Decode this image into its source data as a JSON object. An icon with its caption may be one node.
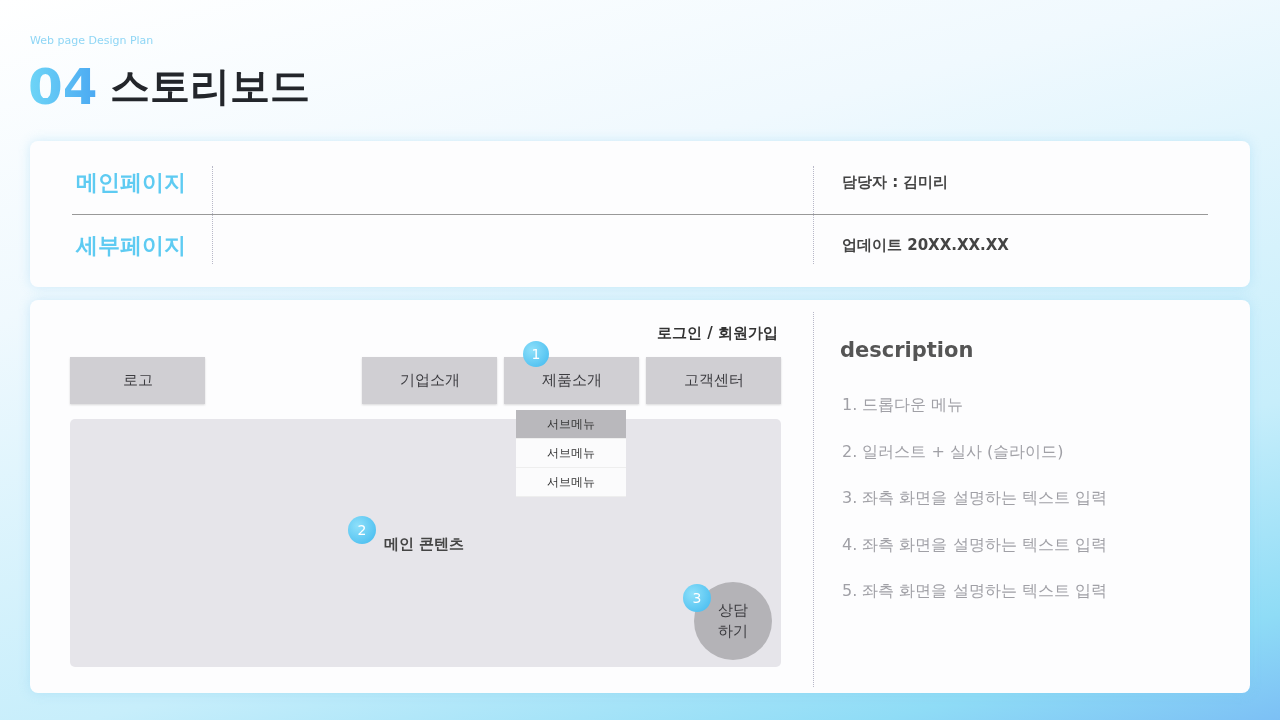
{
  "diagram": {
    "title": "스토리보드",
    "nodes": [
      {
        "text": [
          "로고"
        ]
      },
      {
        "text": [
          "기업소개"
        ]
      },
      {
        "text": [
          "제품소개"
        ]
      },
      {
        "text": [
          "고객센터"
        ]
      },
      {
        "text": [
          "메인 콘텐츠"
        ]
      },
      {
        "text": [
          "서브메뉴"
        ]
      },
      {
        "text": [
          "서브메뉴"
        ],
        "in": 4
      },
      {
        "text": [
          "서브메뉴"
        ],
        "in": 4
      },
      {
        "text": [
          "상담하기"
        ],
        "in": 4
      },
      {
        "text": [
          "1"
        ]
      },
      {
        "text": [
          "2"
        ],
        "in": 4
      },
      {
        "text": [
          "3"
        ],
        "in": 4
      }
    ],
    "edges": [],
    "labels": [
      "Web page Design Plan",
      "04",
      "메인페이지",
      "담당자 : 김미리",
      "세부페이지",
      "업데이트 20XX.XX.XX",
      "로그인 / 회원가입",
      "description",
      "1. 드롭다운 메뉴",
      "2. 일러스트 + 실사 (슬라이드)",
      "3. 좌측 화면을 설명하는 텍스트 입력",
      "4. 좌측 화면을 설명하는 텍스트 입력",
      "5. 좌측 화면을 설명하는 텍스트 입력"
    ]
  }
}
